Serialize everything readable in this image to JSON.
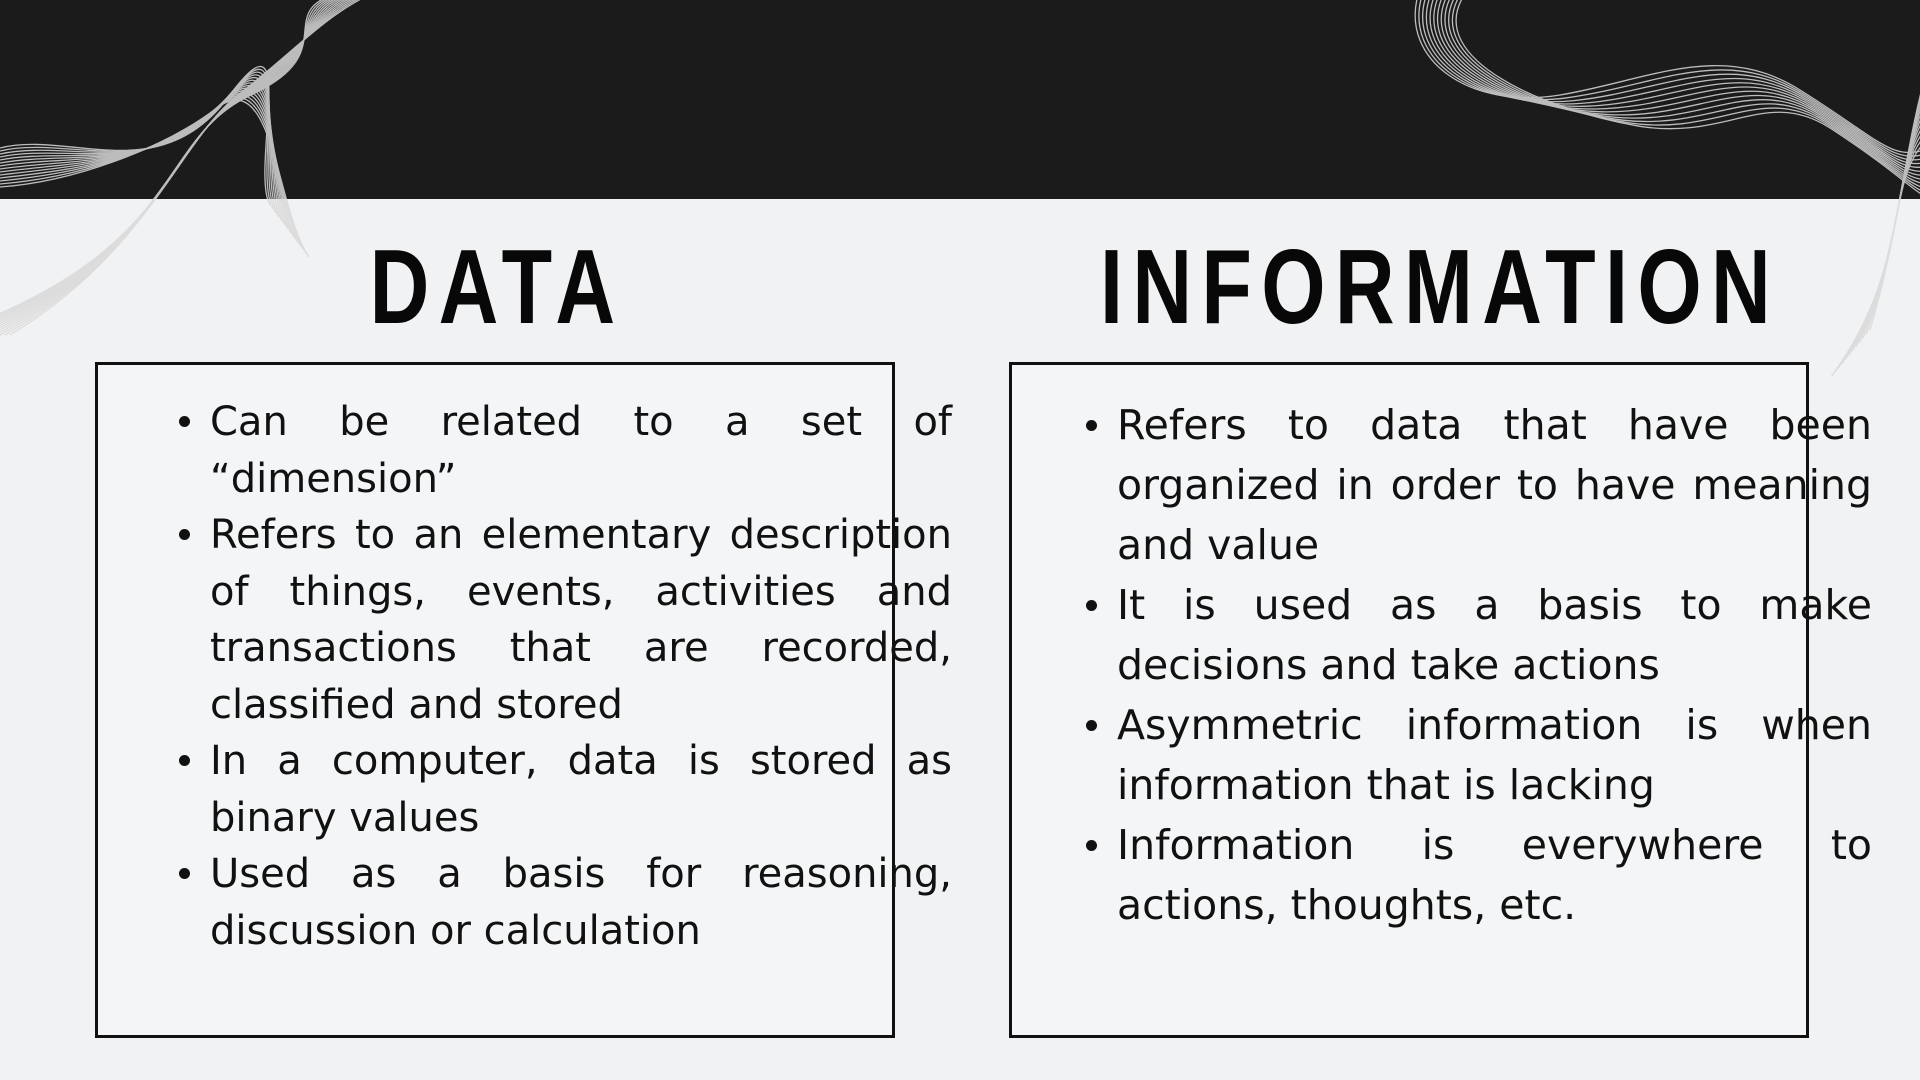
{
  "colors": {
    "header_band": "#1b1b1b",
    "page_background": "#f1f2f3",
    "text": "#111111",
    "decorative_lines": "#d9d9d9"
  },
  "decorations": {
    "top_left": "wave-lines-icon",
    "top_right": "wave-lines-icon"
  },
  "data_section": {
    "heading": "DATA",
    "bullets": [
      "Can be related to a set of “dimension”",
      "Refers to an elementary description of things, events, activities and transactions that are recorded, classified and stored",
      "In a computer, data is stored as binary values",
      "Used as a basis for reasoning, discussion or calculation"
    ]
  },
  "information_section": {
    "heading": "INFORMATION",
    "bullets": [
      "Refers to data that have been organized in order to have meaning and value",
      "It is used as a basis to make decisions and take actions",
      "Asymmetric information is when information that is lacking",
      "Information is everywhere to actions, thoughts, etc."
    ]
  }
}
